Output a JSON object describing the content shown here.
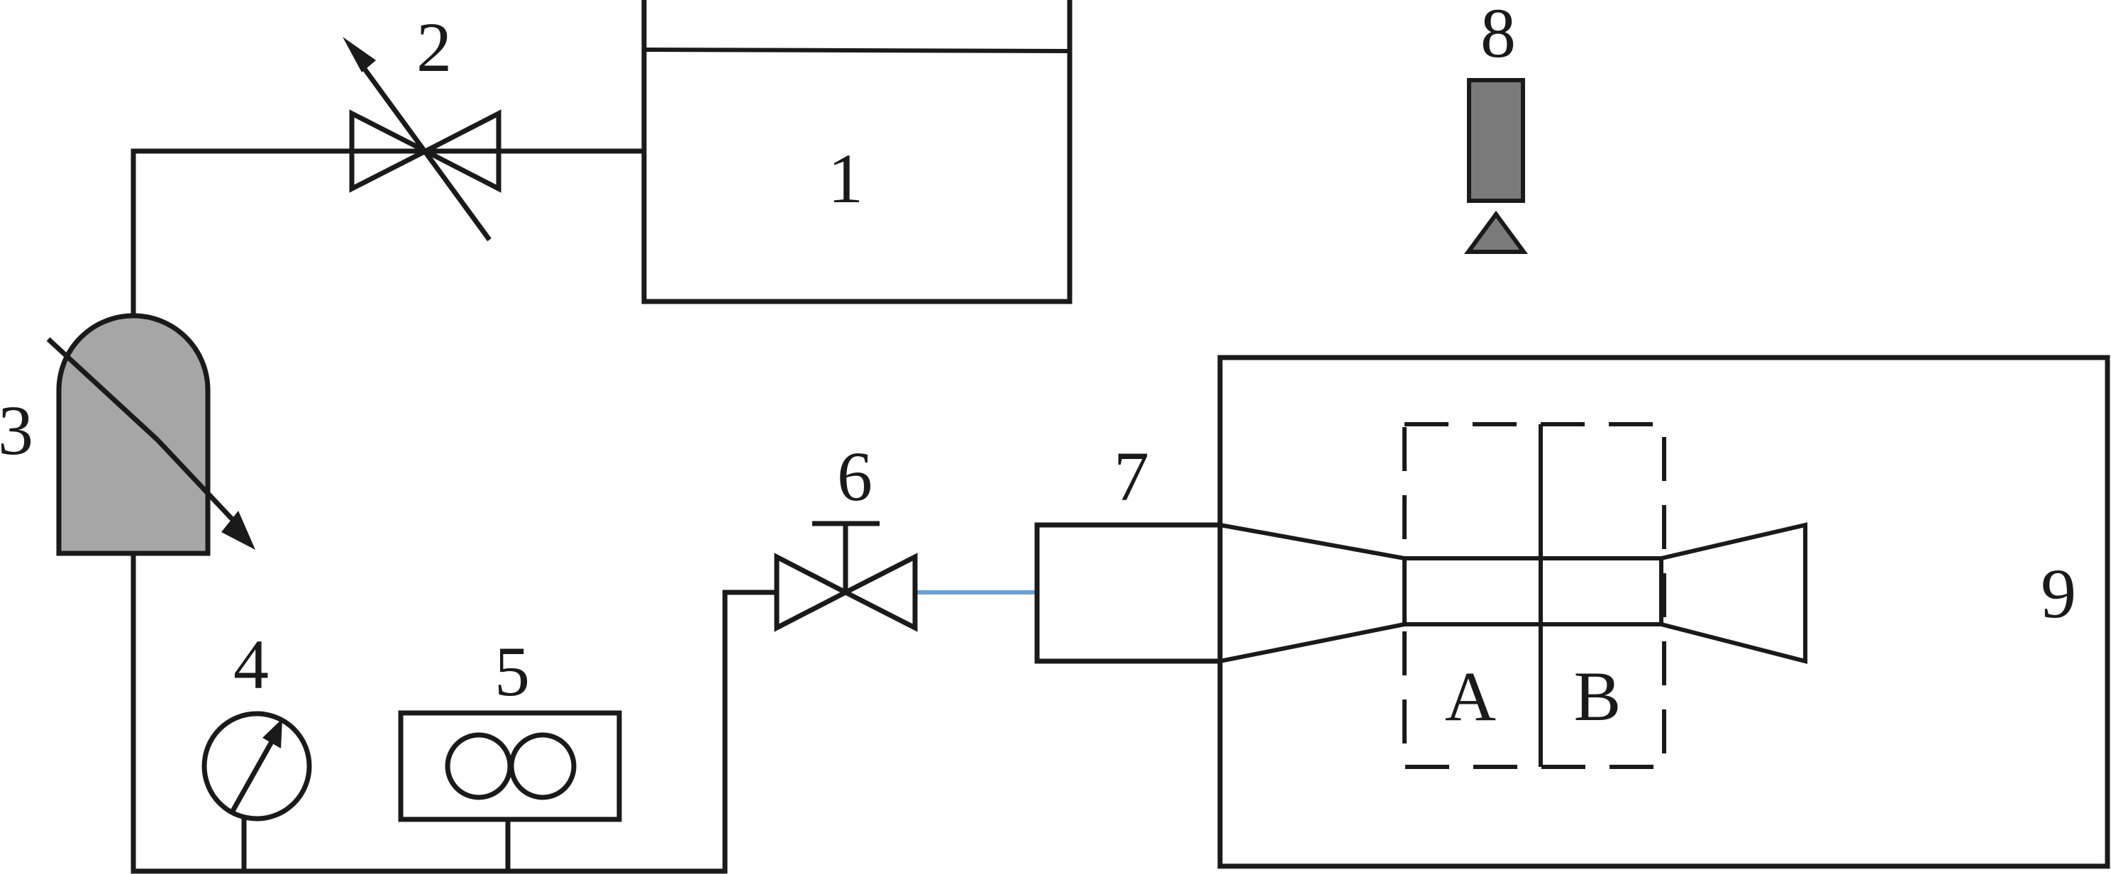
{
  "labels": {
    "tank": "1",
    "adjustable_valve": "2",
    "heater_vessel": "3",
    "pressure_gauge": "4",
    "pump": "5",
    "shutoff_valve": "6",
    "inlet_block": "7",
    "camera": "8",
    "enclosure": "9",
    "section_a": "A",
    "section_b": "B"
  },
  "colors": {
    "line": "#1a1a1a",
    "vessel_fill": "#a6a6a6",
    "camera_fill": "#7a7a7a",
    "connector": "#6a9fd8",
    "background": "#ffffff"
  }
}
